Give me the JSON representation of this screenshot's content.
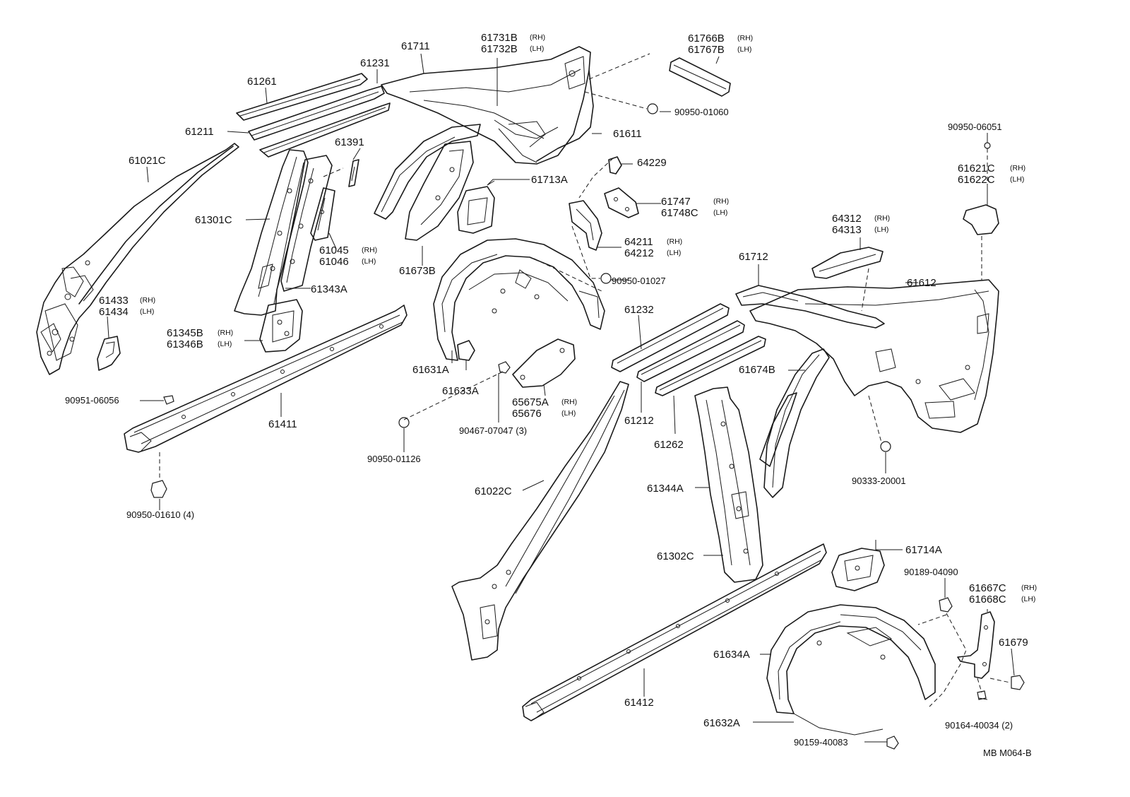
{
  "labels": {
    "p61731B": "61731B",
    "p61731B_side": "(RH)",
    "p61732B": "61732B",
    "p61732B_side": "(LH)",
    "p61711": "61711",
    "p61231": "61231",
    "p61261": "61261",
    "p61766B": "61766B",
    "p61766B_side": "(RH)",
    "p61767B": "61767B",
    "p61767B_side": "(LH)",
    "p90950_01060": "90950-01060",
    "p61611": "61611",
    "p61211": "61211",
    "p61391": "61391",
    "p61021C": "61021C",
    "p64229": "64229",
    "p90950_06051": "90950-06051",
    "p61713A": "61713A",
    "p61621C": "61621C",
    "p61621C_side": "(RH)",
    "p61622C": "61622C",
    "p61622C_side": "(LH)",
    "p61747": "61747",
    "p61747_side": "(RH)",
    "p61748C": "61748C",
    "p61748C_side": "(LH)",
    "p61301C": "61301C",
    "p64312": "64312",
    "p64312_side": "(RH)",
    "p64313": "64313",
    "p64313_side": "(LH)",
    "p64211": "64211",
    "p64211_side": "(RH)",
    "p64212": "64212",
    "p64212_side": "(LH)",
    "p61045": "61045",
    "p61045_side": "(RH)",
    "p61046": "61046",
    "p61046_side": "(LH)",
    "p61673B": "61673B",
    "p61712": "61712",
    "p90950_01027": "90950-01027",
    "p61612": "61612",
    "p61343A": "61343A",
    "p61433": "61433",
    "p61433_side": "(RH)",
    "p61434": "61434",
    "p61434_side": "(LH)",
    "p61232": "61232",
    "p61345B": "61345B",
    "p61345B_side": "(RH)",
    "p61346B": "61346B",
    "p61346B_side": "(LH)",
    "p61631A": "61631A",
    "p61674B": "61674B",
    "p61633A": "61633A",
    "p90951_06056": "90951-06056",
    "p65675A": "65675A",
    "p65675A_side": "(RH)",
    "p65676": "65676",
    "p65676_side": "(LH)",
    "p61212": "61212",
    "p61411": "61411",
    "p90467_07047": "90467-07047 (3)",
    "p61262": "61262",
    "p90950_01126": "90950-01126",
    "p90333_20001": "90333-20001",
    "p61344A": "61344A",
    "p61022C": "61022C",
    "p90950_01610": "90950-01610 (4)",
    "p61302C": "61302C",
    "p61714A": "61714A",
    "p90189_04090": "90189-04090",
    "p61667C": "61667C",
    "p61667C_side": "(RH)",
    "p61668C": "61668C",
    "p61668C_side": "(LH)",
    "p61679": "61679",
    "p61634A": "61634A",
    "p61412": "61412",
    "p61632A": "61632A",
    "p90164_40034": "90164-40034 (2)",
    "p90159_40083": "90159-40083",
    "drawing_code": "MB M064-B"
  }
}
